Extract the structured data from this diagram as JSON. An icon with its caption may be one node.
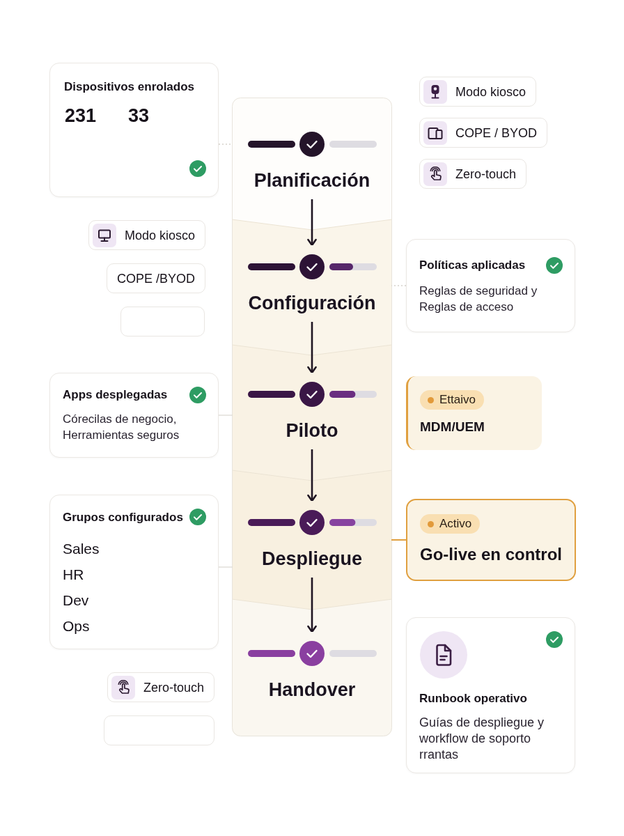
{
  "diagram": {
    "nodes": [
      {
        "text": [
          "Dispositivos enrolados",
          "231",
          "33"
        ]
      },
      {
        "text": [
          "Planificación"
        ]
      },
      {
        "text": [
          "Modo kiosco"
        ]
      },
      {
        "text": [
          "COPE / BYOD"
        ]
      },
      {
        "text": [
          "Zero-touch"
        ]
      },
      {
        "text": [
          "Modo kiosco"
        ]
      },
      {
        "text": [
          "COPE /BYOD"
        ]
      },
      {
        "text": [],
        "shape": "box"
      },
      {
        "text": [
          "Configuración"
        ]
      },
      {
        "text": [
          "Políticas aplicadas",
          "Reglas de seguridad y Reglas de acceso"
        ]
      },
      {
        "text": [
          "Apps desplegadas",
          "Córecilas de negocio, Herramientas seguros"
        ]
      },
      {
        "text": [
          "Piloto"
        ]
      },
      {
        "text": [
          "MDM/UEM"
        ]
      },
      {
        "text": [
          "Ettaivo"
        ],
        "in": 12
      },
      {
        "text": [
          "Grupos configurados",
          "Sales",
          "HR",
          "Dev",
          "Ops"
        ]
      },
      {
        "text": [
          "Despliegue"
        ]
      },
      {
        "text": [
          "Go-live en control"
        ]
      },
      {
        "text": [
          "Activo"
        ],
        "in": 16
      },
      {
        "text": [
          "Handover"
        ]
      },
      {
        "text": [
          "Runbook operativo",
          "Guías de despliegue y workflow de soporto rrantas"
        ]
      },
      {
        "text": [
          "Zero-touch"
        ]
      },
      {
        "text": [],
        "shape": "box"
      }
    ],
    "edges": [
      {
        "from": 1,
        "to": 8,
        "arrow": "to"
      },
      {
        "from": 8,
        "to": 11,
        "arrow": "to"
      },
      {
        "from": 11,
        "to": 15,
        "arrow": "to"
      },
      {
        "from": 15,
        "to": 18,
        "arrow": "to"
      },
      {
        "from": 0,
        "to": 1,
        "arrow": "none",
        "style": "dashed",
        "color": "#d6d2cb"
      },
      {
        "from": 9,
        "to": 8,
        "arrow": "none",
        "style": "dashed",
        "color": "#d6d2cb"
      },
      {
        "from": 10,
        "to": 11,
        "arrow": "none",
        "color": "#dedad4"
      },
      {
        "from": 14,
        "to": 15,
        "arrow": "none",
        "color": "#dedad4"
      },
      {
        "from": 16,
        "to": 15,
        "arrow": "none",
        "color": "#e0a040"
      }
    ]
  }
}
